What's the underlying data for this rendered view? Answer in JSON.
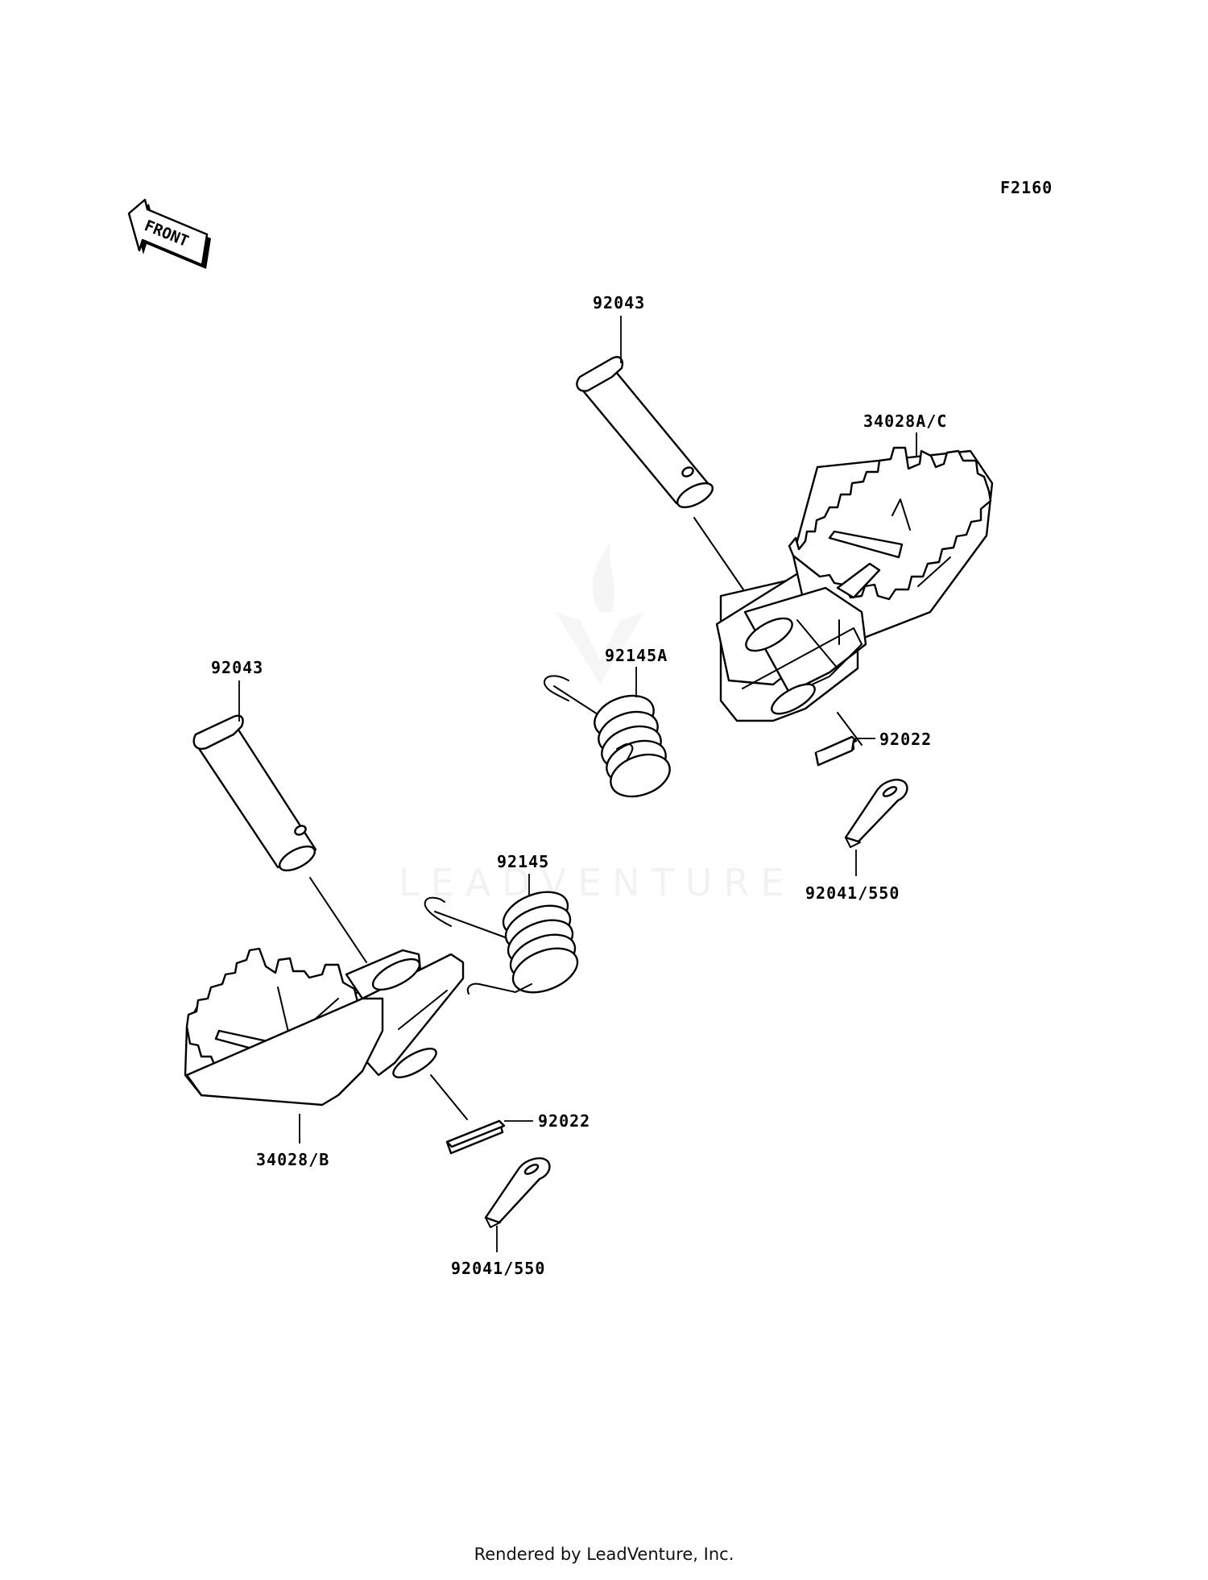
{
  "figure_code": "F2160",
  "front_label": "FRONT",
  "watermark": "LEADVENTURE",
  "callouts": {
    "pin_upper": "92043",
    "pin_lower": "92043",
    "footpeg_upper": "34028A/C",
    "footpeg_lower": "34028/B",
    "spring_upper": "92145A",
    "spring_lower": "92145",
    "washer_upper": "92022",
    "washer_lower": "92022",
    "cotter_upper": "92041/550",
    "cotter_lower": "92041/550"
  },
  "footer": "Rendered by LeadVenture, Inc."
}
